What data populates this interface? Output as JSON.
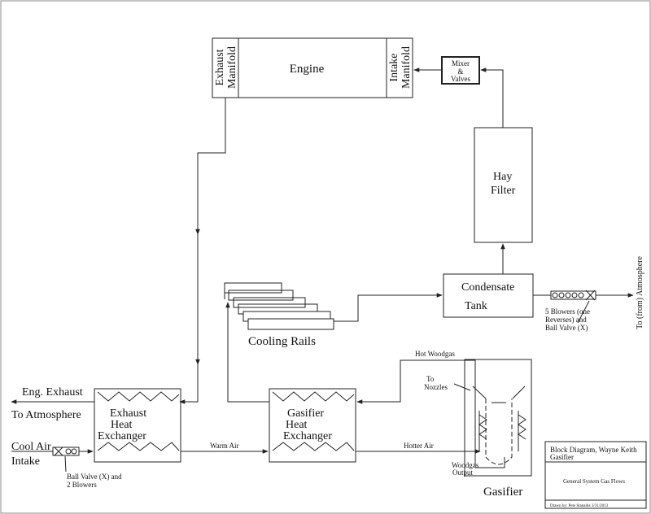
{
  "engine": {
    "exhaust_manifold": [
      "Exhaust",
      "Manifold"
    ],
    "engine": "Engine",
    "intake_manifold": [
      "Intake",
      "Manifold"
    ]
  },
  "mixer": [
    "Mixer",
    "&",
    "Valves"
  ],
  "hay_filter": [
    "Hay",
    "Filter"
  ],
  "condensate_tank": [
    "Condensate",
    "Tank"
  ],
  "cooling_rails": "Cooling Rails",
  "blowers_right": [
    "5 Blowers (one",
    "Reverses) and",
    "Ball Valve (X)"
  ],
  "to_atmosphere_vertical": "To (from) Atmosphere",
  "hot_woodgas": "Hot Woodgas",
  "eng_exhaust": "Eng. Exhaust",
  "to_atmosphere": "To Atmosphere",
  "exhaust_hx": [
    "Exhaust",
    "Heat",
    "Exchanger"
  ],
  "gasifier_hx": [
    "Gasifier",
    "Heat",
    "Exchanger"
  ],
  "cool_air": "Cool Air",
  "intake": "Intake",
  "ball_valve_left": [
    "Ball Valve (X) and",
    "2 Blowers"
  ],
  "warm_air": "Warm Air",
  "hotter_air": "Hotter Air",
  "to_nozzles": [
    "To",
    "Nozzles"
  ],
  "woodgas_output": [
    "Woodgas",
    "Output"
  ],
  "gasifier": "Gasifier",
  "title_block": {
    "title": [
      "Block Diagram, Wayne Keith",
      "Gasifier"
    ],
    "subtitle": "General System Gas Flows",
    "drawn_by": "Drawn by: Pete Stanaitis 3/31/2013"
  },
  "colors": {
    "line": "#222222",
    "background": "#ffffff"
  }
}
